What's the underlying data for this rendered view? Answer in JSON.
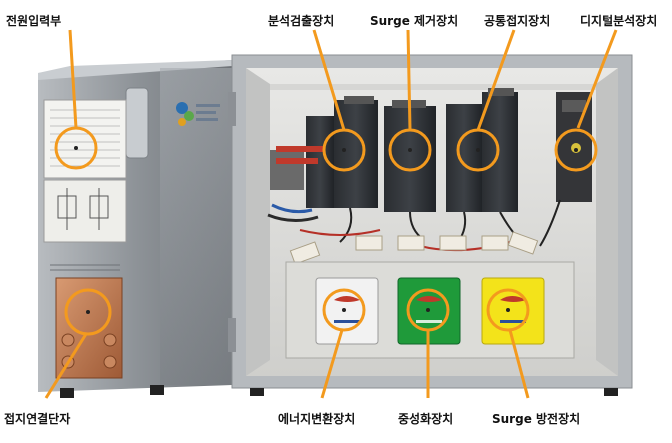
{
  "labels": {
    "power_input": "전원입력부",
    "analysis_detector": "분석검출장치",
    "surge_removal": "Surge 제거장치",
    "common_ground": "공통접지장치",
    "digital_analyzer": "디지털분석장치",
    "ground_terminal": "접지연결단자",
    "energy_converter": "에너지변환장치",
    "neutralizer": "중성화장치",
    "surge_discharge": "Surge 방전장치"
  },
  "colors": {
    "callout": "#f39a1e",
    "panel_white": "#f2f2f2",
    "panel_green": "#1f9a3a",
    "panel_yellow": "#f3e31a",
    "copper": "#c07a52",
    "cabinet_grey": "#9a9ea3"
  },
  "icons": {
    "logo": "company-logo-icon",
    "warning": "warning-label-icon"
  }
}
